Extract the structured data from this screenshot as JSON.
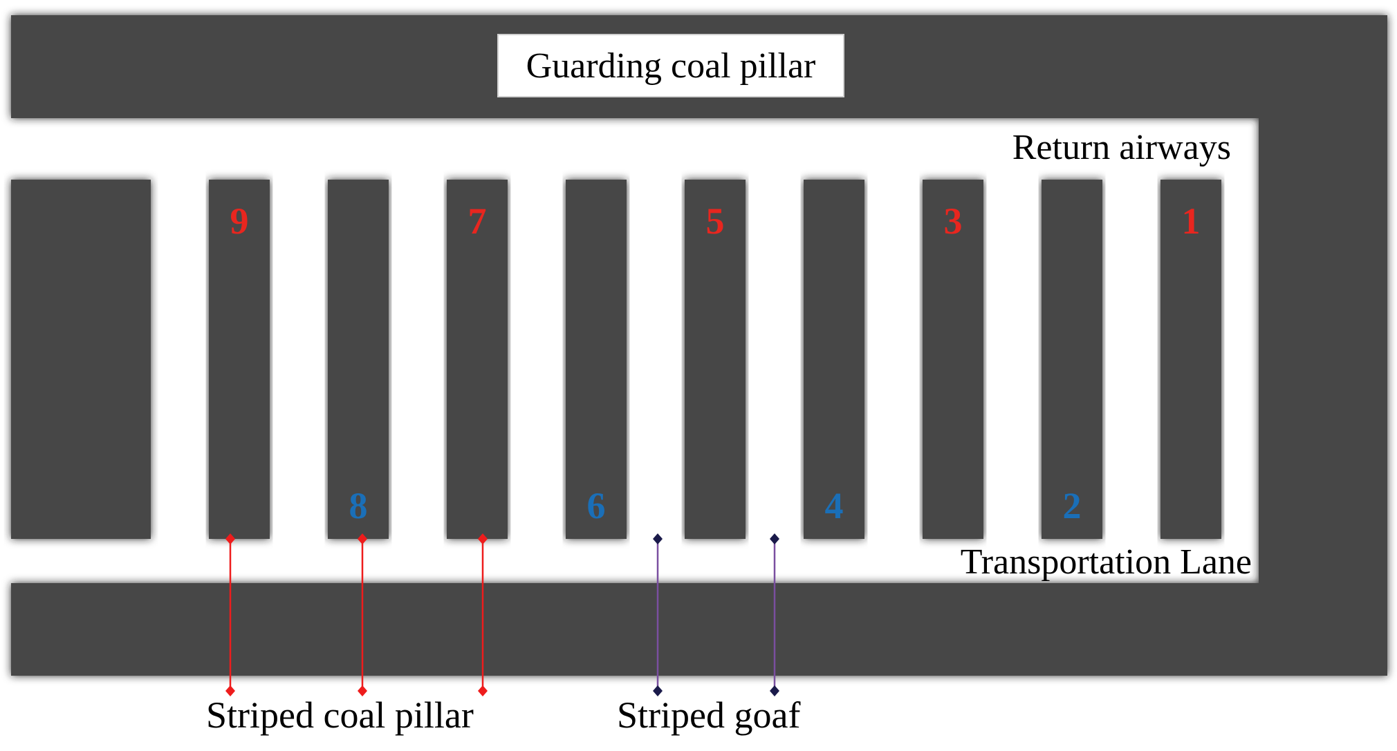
{
  "labels": {
    "guarding_coal_pillar": "Guarding coal pillar",
    "return_airways": "Return airways",
    "transportation_lane": "Transportation Lane",
    "striped_coal_pillar": "Striped coal pillar",
    "striped_goaf": "Striped goaf"
  },
  "pillars": [
    {
      "number": "9",
      "color": "#e8261f",
      "label_position": "top"
    },
    {
      "number": "8",
      "color": "#1a6fb8",
      "label_position": "bottom"
    },
    {
      "number": "7",
      "color": "#e8261f",
      "label_position": "top"
    },
    {
      "number": "6",
      "color": "#1a6fb8",
      "label_position": "bottom"
    },
    {
      "number": "5",
      "color": "#e8261f",
      "label_position": "top"
    },
    {
      "number": "4",
      "color": "#1a6fb8",
      "label_position": "bottom"
    },
    {
      "number": "3",
      "color": "#e8261f",
      "label_position": "top"
    },
    {
      "number": "2",
      "color": "#1a6fb8",
      "label_position": "bottom"
    },
    {
      "number": "1",
      "color": "#e8261f",
      "label_position": "top"
    }
  ],
  "colors": {
    "coal": "#474747",
    "coal_shadow": "#2a2a2a",
    "striped_coal_pillar_leader": "#ee1c1c",
    "striped_goaf_leader": "#7a4fa0",
    "striped_goaf_marker": "#1a1a4a"
  }
}
